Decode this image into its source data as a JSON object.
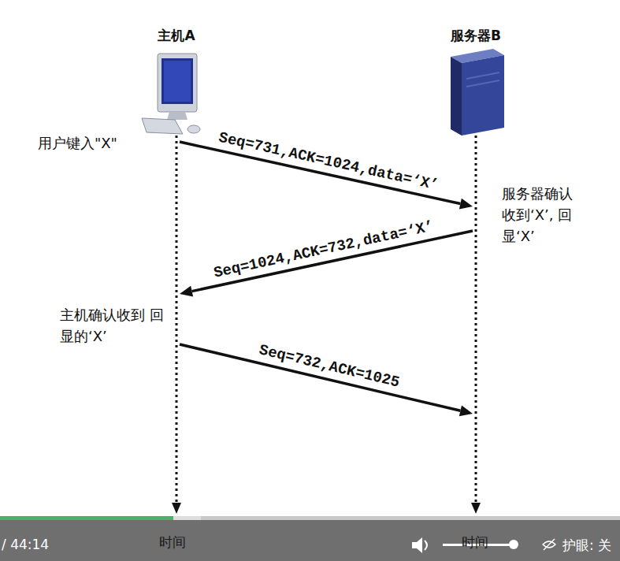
{
  "diagram": {
    "nodes": [
      {
        "text": [
          "主机A"
        ]
      },
      {
        "text": [
          "服务器B"
        ]
      }
    ],
    "edges": [
      {
        "from": 0,
        "to": 1,
        "arrow": "to",
        "label": "Seq=731,ACK=1024,data=‘X’"
      },
      {
        "from": 1,
        "to": 0,
        "arrow": "to",
        "label": "Seq=1024,ACK=732,data=‘X’"
      },
      {
        "from": 0,
        "to": 1,
        "arrow": "to",
        "label": "Seq=732,ACK=1025"
      }
    ],
    "labels": [
      "用户键入\"X\"",
      "服务器确认 收到‘X’, 回显‘X’",
      "主机确认收到 回显的‘X’",
      "时间",
      "时间",
      "/ 44:14",
      "护眼: 关"
    ]
  }
}
